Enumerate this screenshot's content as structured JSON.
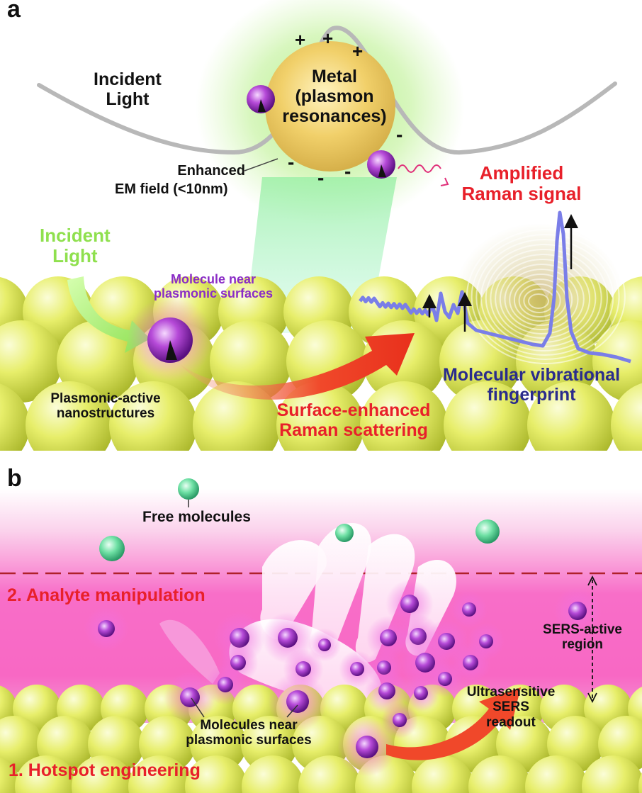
{
  "colors": {
    "sphere_yellow": "#e7ee6a",
    "pink_field": "#f86ec8",
    "molecule_purple": "#b64ad8",
    "free_molecule_green": "#6ee0a4",
    "spectrum_blue": "#7a7ee8",
    "arrow_red": "#f0482a",
    "arrow_green": "#a8f070",
    "label_red": "#e8202a",
    "label_blue": "#2a2c8c"
  },
  "panel_a": {
    "letter": "a",
    "incident_light_top": [
      "Incident",
      "Light"
    ],
    "metal_label": [
      "Metal",
      "(plasmon",
      "resonances)"
    ],
    "plus_signs": [
      "+",
      "+",
      "+"
    ],
    "minus_signs": [
      "-",
      "-",
      "-",
      "-"
    ],
    "enhanced_field": [
      "Enhanced",
      "EM field (<10nm)"
    ],
    "amplified_signal": [
      "Amplified",
      "Raman signal"
    ],
    "incident_light_left": [
      "Incident",
      "Light"
    ],
    "molecule_near": [
      "Molecule near",
      "plasmonic surfaces"
    ],
    "plasmonic_active": [
      "Plasmonic-active",
      "nanostructures"
    ],
    "sers_label": [
      "Surface-enhanced",
      "Raman scattering"
    ],
    "fingerprint_label": [
      "Molecular vibrational",
      "fingerprint"
    ]
  },
  "panel_b": {
    "letter": "b",
    "free_molecules": "Free molecules",
    "analyte_manipulation": "2. Analyte manipulation",
    "sers_active_region": [
      "SERS-active",
      "region"
    ],
    "ultrasensitive": [
      "Ultrasensitive",
      "SERS",
      "readout"
    ],
    "molecules_near": [
      "Molecules near",
      "plasmonic surfaces"
    ],
    "hotspot_engineering": "1. Hotspot engineering"
  }
}
